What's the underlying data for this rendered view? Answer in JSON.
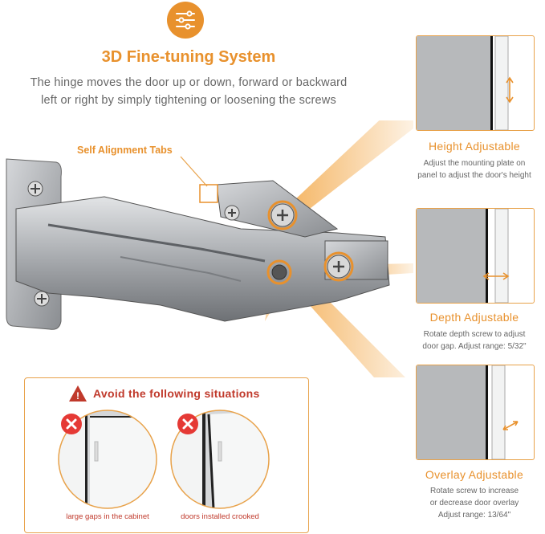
{
  "header": {
    "title": "3D Fine-tuning System",
    "desc_line1": "The hinge moves the door up or down, forward or backward",
    "desc_line2": "left or right by simply tightening or loosening the screws",
    "icon": "sliders-icon"
  },
  "labels": {
    "self_alignment": "Self Alignment Tabs"
  },
  "panels": [
    {
      "title": "Height Adjustable",
      "desc1": "Adjust the mounting plate on",
      "desc2": "panel to adjust the door's height",
      "desc3": ""
    },
    {
      "title": "Depth Adjustable",
      "desc1": "Rotate depth screw to adjust",
      "desc2": "door gap. Adjust range: 5/32\"",
      "desc3": ""
    },
    {
      "title": "Overlay Adjustable",
      "desc1": "Rotate screw to increase",
      "desc2": "or decrease door overlay",
      "desc3": "Adjust range: 13/64\""
    }
  ],
  "warning": {
    "title": "Avoid the following situations",
    "items": [
      {
        "caption": "large gaps in the cabinet"
      },
      {
        "caption": "doors installed crooked"
      }
    ]
  },
  "colors": {
    "accent": "#e8912d",
    "warning": "#c0392b",
    "metal": "#b9bcc0"
  }
}
